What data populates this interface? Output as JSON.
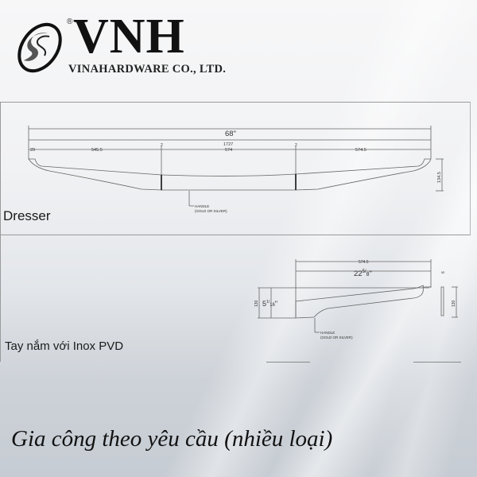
{
  "logo": {
    "brand": "VNH",
    "registered_mark": "®",
    "company": "VINAHARDWARE CO., LTD.",
    "icon": "swirl-s-icon"
  },
  "dresser_panel": {
    "label": "Dresser",
    "drawing": {
      "overall_inch": "68\"",
      "overall_mm": "1727",
      "left_tip": "29",
      "segments": [
        "545.5",
        "574",
        "574.5"
      ],
      "gaps": [
        "2",
        "2"
      ],
      "height": "134.5",
      "note_line1": "HANDLE",
      "note_line2": "(GOLD OR SILVER)"
    }
  },
  "pvd_panel": {
    "label": "Tay nắm với Inox PVD",
    "drawing": {
      "length_mm": "574.5",
      "length_inch_whole": "22",
      "length_inch_frac_num": "5",
      "length_inch_frac_den": "8",
      "height_mm": "130",
      "height_inch_whole": "5",
      "height_inch_frac_num": "1",
      "height_inch_frac_den": "16",
      "side_thickness": "6",
      "side_height": "130",
      "note_line1": "HANDLE",
      "note_line2": "(GOLD OR SILVER)"
    }
  },
  "tagline": "Gia công theo yêu cầu (nhiều loại)"
}
